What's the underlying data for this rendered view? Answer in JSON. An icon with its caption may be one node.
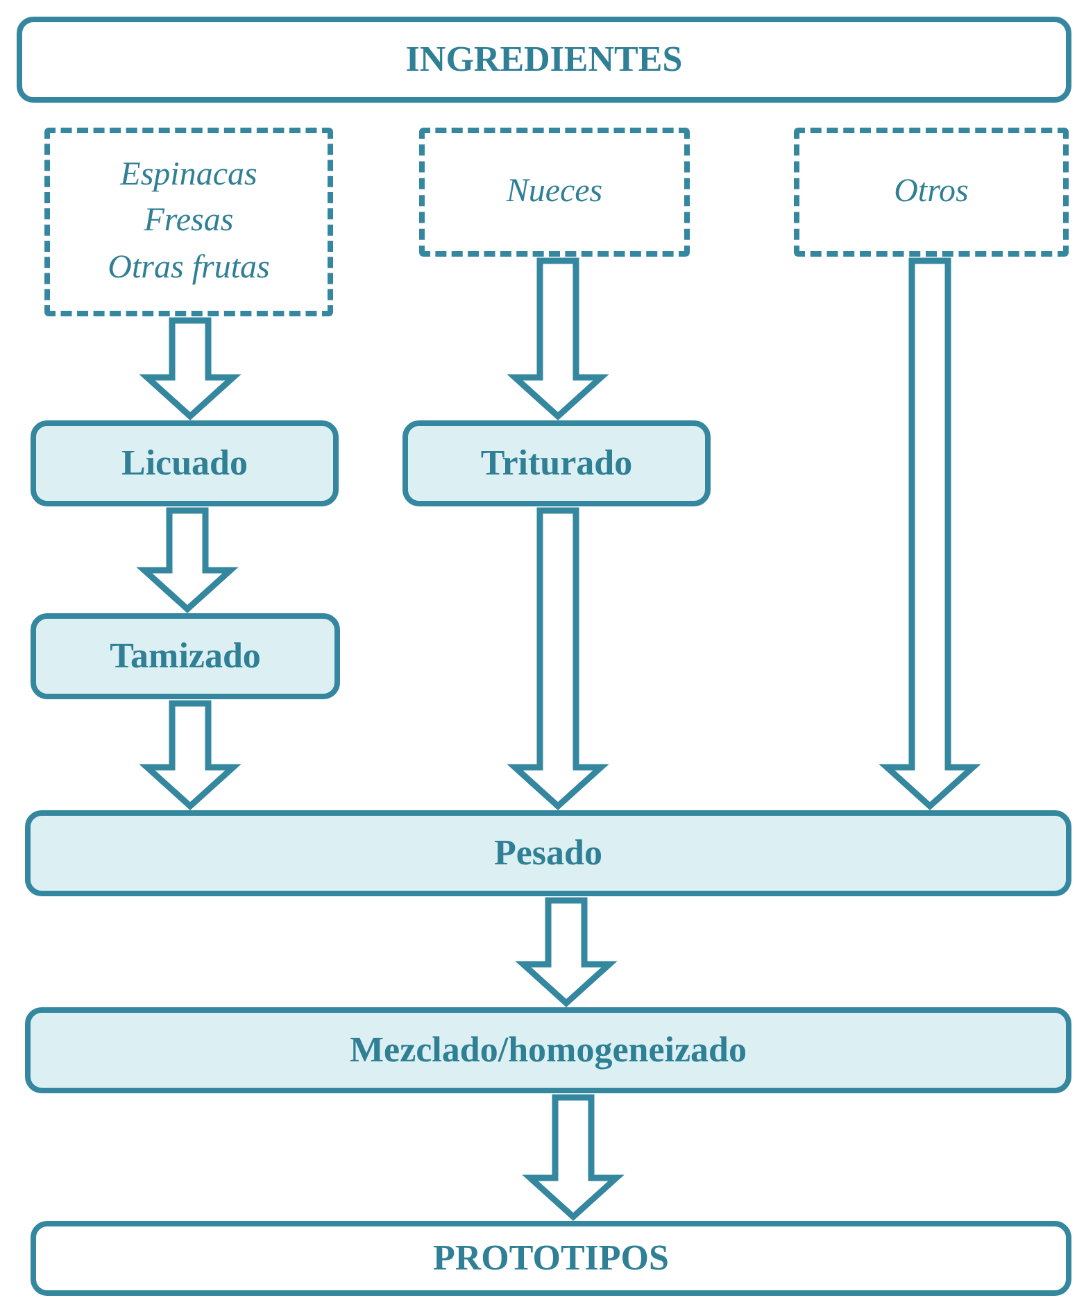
{
  "diagram": {
    "nodes": [
      {
        "text": [
          "INGREDIENTES"
        ]
      },
      {
        "text": [
          "Espinacas",
          "Fresas",
          "Otras frutas"
        ]
      },
      {
        "text": [
          "Nueces"
        ]
      },
      {
        "text": [
          "Otros"
        ]
      },
      {
        "text": [
          "Licuado"
        ]
      },
      {
        "text": [
          "Triturado"
        ]
      },
      {
        "text": [
          "Tamizado"
        ]
      },
      {
        "text": [
          "Pesado"
        ]
      },
      {
        "text": [
          "Mezclado/homogeneizado"
        ]
      },
      {
        "text": [
          "PROTOTIPOS"
        ]
      }
    ],
    "edges": [
      {
        "from": 1,
        "to": 4,
        "arrow": "to"
      },
      {
        "from": 4,
        "to": 6,
        "arrow": "to"
      },
      {
        "from": 6,
        "to": 7,
        "arrow": "to"
      },
      {
        "from": 2,
        "to": 5,
        "arrow": "to"
      },
      {
        "from": 5,
        "to": 7,
        "arrow": "to"
      },
      {
        "from": 3,
        "to": 7,
        "arrow": "to"
      },
      {
        "from": 7,
        "to": 8,
        "arrow": "to"
      },
      {
        "from": 8,
        "to": 9,
        "arrow": "to"
      }
    ]
  }
}
